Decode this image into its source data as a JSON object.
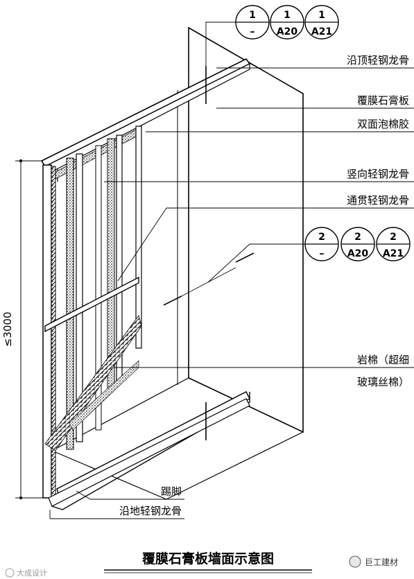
{
  "title": "覆膜石膏板墙面示意图",
  "dimension": "≤3000",
  "labels": {
    "top_track": "沿顶轻钢龙骨",
    "gypsum_board": "覆膜石膏板",
    "foam_tape": "双面泡棉胶",
    "vertical_stud": "竖向轻钢龙骨",
    "through_channel": "通贯轻钢龙骨",
    "rock_wool_line1": "岩棉（超细",
    "rock_wool_line2": "玻璃丝棉）",
    "skirting": "踢脚",
    "floor_track": "沿地轻钢龙骨"
  },
  "section_ref_1": [
    {
      "top": "1",
      "bottom": "–"
    },
    {
      "top": "1",
      "bottom": "A20"
    },
    {
      "top": "1",
      "bottom": "A21"
    }
  ],
  "section_ref_2": [
    {
      "top": "2",
      "bottom": "–"
    },
    {
      "top": "2",
      "bottom": "A20"
    },
    {
      "top": "2",
      "bottom": "A21"
    }
  ],
  "watermark_left": "大成设计",
  "watermark_right": "巨工建材"
}
